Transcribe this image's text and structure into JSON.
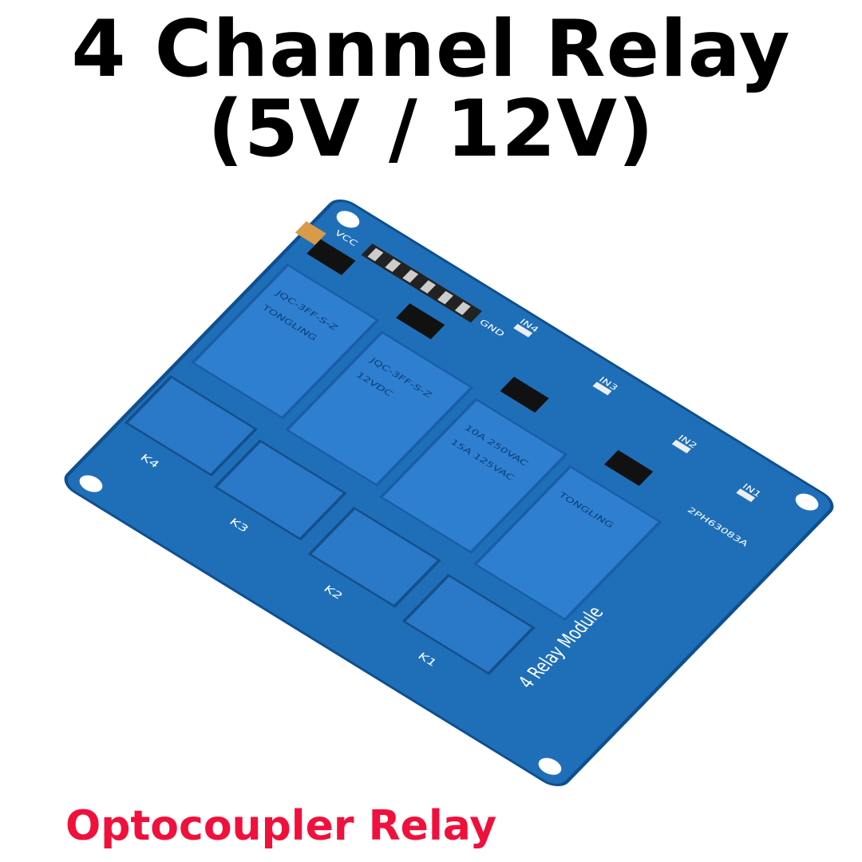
{
  "title_line1": "4 Channel Relay",
  "title_line2": "(5V / 12V)",
  "subtitle": "Optocoupler Relay",
  "board": {
    "module_label": "4 Relay Module",
    "part_code": "2PH63083A",
    "header_labels": [
      "VCC",
      "GND",
      "IN1",
      "IN2",
      "IN3",
      "IN4"
    ],
    "indicator_labels": [
      "IN4",
      "IN3",
      "IN2",
      "IN1"
    ],
    "relay_labels": [
      "K4",
      "K3",
      "K2",
      "K1"
    ],
    "relay_text": {
      "model": "JQC-3FF-S-Z",
      "brand": "TONGLING",
      "coil": "12VDC",
      "rating1": "10A 250VAC",
      "rating2": "15A 125VAC"
    }
  },
  "colors": {
    "board": "#1f6fb8",
    "relay": "#2f7fd0",
    "terminal": "#2a78c8",
    "subtitle": "#f0103c"
  }
}
